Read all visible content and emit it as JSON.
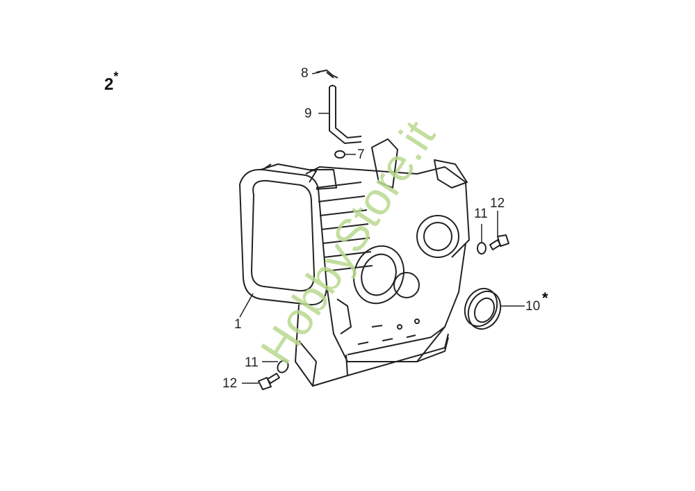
{
  "diagram": {
    "group_label": "2",
    "group_marker": "*",
    "callouts": {
      "c1": "1",
      "c7": "7",
      "c8": "8",
      "c9": "9",
      "c10": "10",
      "c10_marker": "*",
      "c11_right": "11",
      "c12_right": "12",
      "c11_left": "11",
      "c12_left": "12"
    },
    "watermark": "HobbyStore.it",
    "colors": {
      "lines": "#222222",
      "watermark": "#b9d98f"
    }
  }
}
